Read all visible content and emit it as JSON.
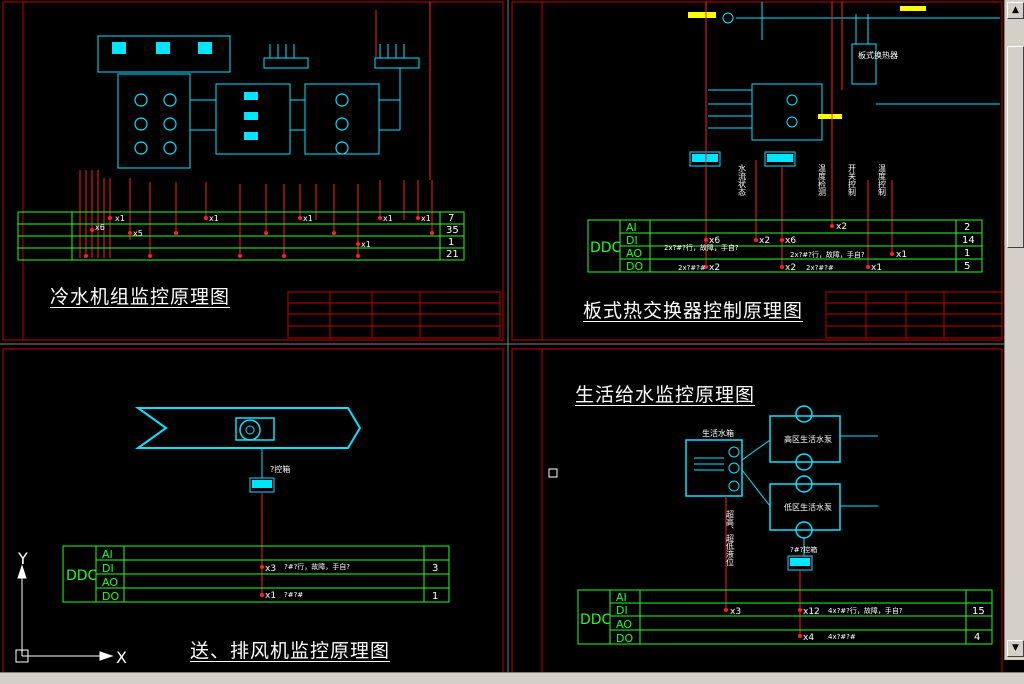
{
  "titles": {
    "chiller": "冷水机组监控原理图",
    "plate": "板式热交换器控制原理图",
    "fan": "送、排风机监控原理图",
    "water": "生活给水监控原理图"
  },
  "ddc_label": "DDC",
  "io_rows": [
    "AI",
    "DI",
    "AO",
    "DO"
  ],
  "chiller_panel": {
    "counts": [
      "7",
      "35",
      "1",
      "21"
    ],
    "markers": [
      "x1",
      "x6",
      "x5",
      "x1",
      "x1",
      "x1",
      "x1",
      "x1"
    ]
  },
  "plate_panel": {
    "counts": [
      "2",
      "14",
      "1",
      "5"
    ],
    "markers": [
      "x2",
      "x6",
      "x2",
      "x6",
      "x2",
      "x2",
      "x1",
      "x1"
    ],
    "notes": [
      "2x?#?行，故障，手自?",
      "2x?#?行，故障，手自?",
      "2x?#?#",
      "2x?#?#"
    ],
    "box_label": "板式换热器",
    "vertical_labels": [
      "水流状态",
      "温度检测",
      "开关控制",
      "温度控制"
    ]
  },
  "fan_panel": {
    "counts": [
      "3",
      "1"
    ],
    "markers": [
      "x3",
      "x1"
    ],
    "notes": [
      "?#?行，故障，手自?",
      "?#?#"
    ],
    "box_label": "?控箱"
  },
  "water_panel": {
    "counts": [
      "15",
      "4"
    ],
    "markers": [
      "x3",
      "x12",
      "x4"
    ],
    "notes": [
      "4x?#?行，故障，手自?",
      "4x?#?#"
    ],
    "tank_label": "生活水箱",
    "pump_high": "高区生活水泵",
    "pump_low": "低区生活水泵",
    "box_label": "?#?控箱",
    "vertical_label": "超高、超低液位"
  },
  "axes": {
    "y": "Y",
    "x": "X"
  },
  "colors": {
    "cyan": "#00e5ff",
    "red": "#ff2020",
    "green": "#20ff20",
    "white": "#ffffff",
    "yellow": "#ffff00",
    "frame": "#d01010"
  }
}
